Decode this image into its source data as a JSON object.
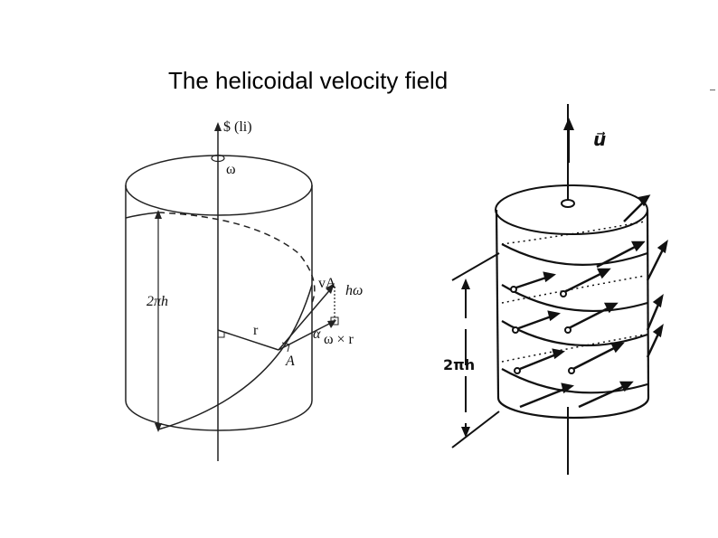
{
  "title": "The helicoidal velocity field",
  "left_figure": {
    "labels": {
      "screw": "$ (li)",
      "omega": "ω",
      "pitch": "2πh",
      "velocity": "vA",
      "h_omega": "hω",
      "radius": "r",
      "alpha": "α",
      "cross": "ω × r",
      "point": "A"
    }
  },
  "right_figure": {
    "labels": {
      "axis_vector": "u⃗",
      "pitch": "2πh"
    }
  }
}
